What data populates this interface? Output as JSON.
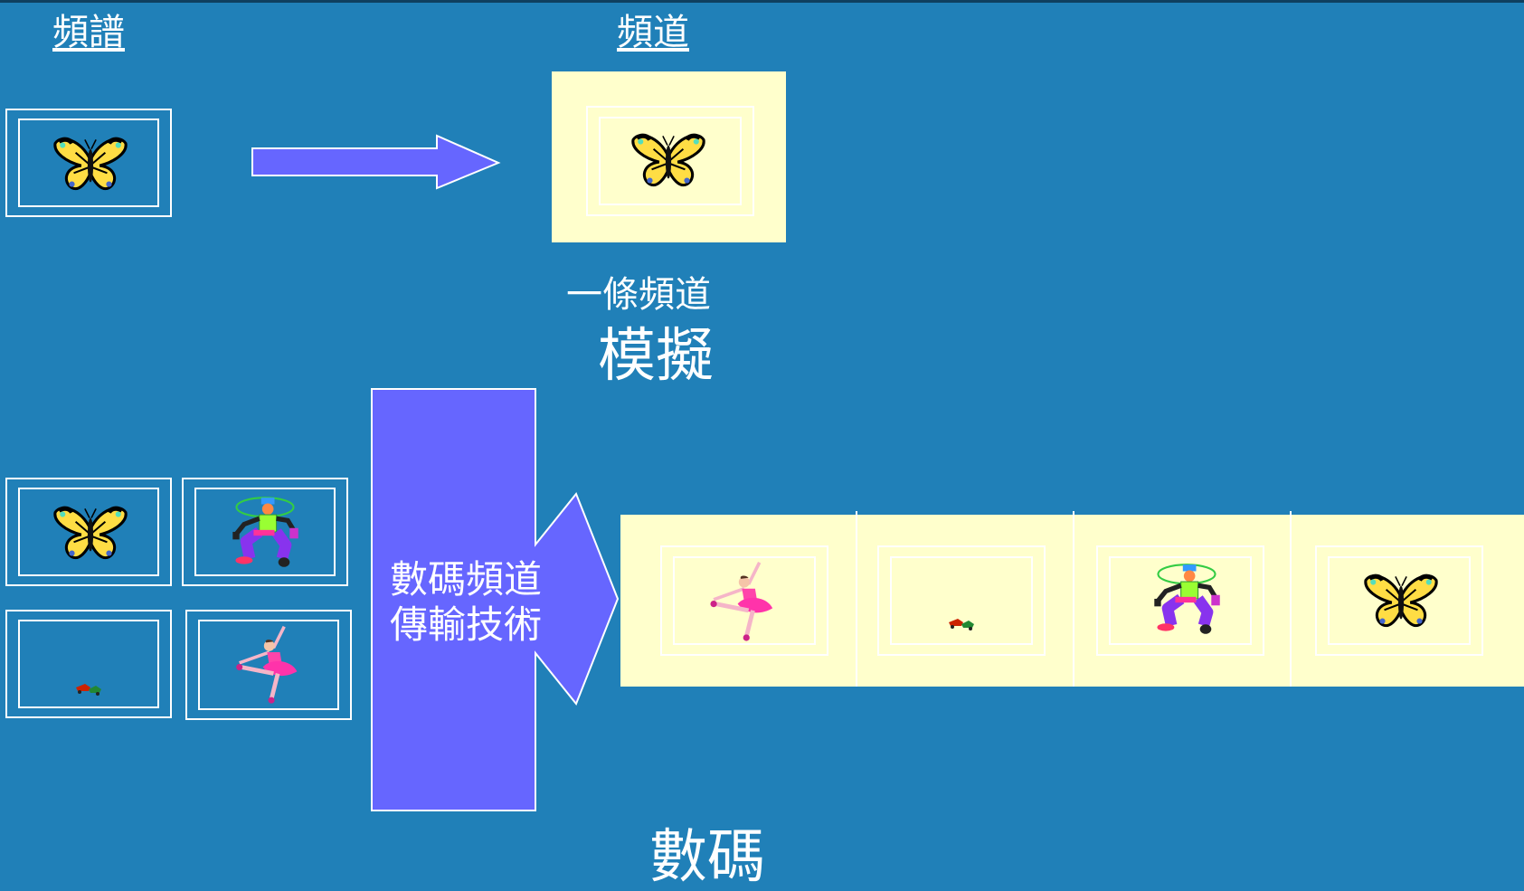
{
  "headings": {
    "spectrum": "頻譜",
    "channel": "頻道"
  },
  "captions": {
    "one_channel": "一條頻道",
    "analog": "模擬",
    "digital": "數碼"
  },
  "digital_label": {
    "line1": "數碼頻道",
    "line2": "傳輸技術"
  },
  "colors": {
    "background": "#2080b8",
    "arrow": "#6666ff",
    "channel_fill": "#ffffcc",
    "frame": "#ffffff"
  },
  "icons": {
    "butterfly": "butterfly-icon",
    "dancer": "hiphop-dancer-icon",
    "ballerina": "ballerina-icon",
    "car": "toy-car-icon"
  }
}
